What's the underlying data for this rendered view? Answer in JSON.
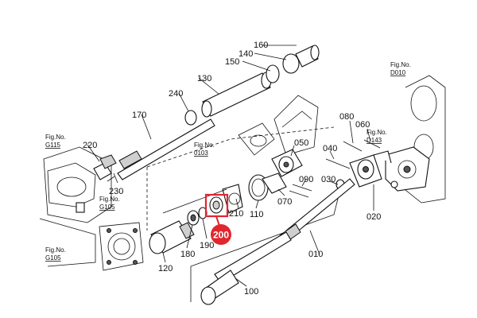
{
  "parts": {
    "p010": "010",
    "p020": "020",
    "p030": "030",
    "p040": "040",
    "p050": "050",
    "p060": "060",
    "p070": "070",
    "p080": "080",
    "p090": "090",
    "p100": "100",
    "p110": "110",
    "p120": "120",
    "p130": "130",
    "p140": "140",
    "p150": "150",
    "p160": "160",
    "p170": "170",
    "p180": "180",
    "p190": "190",
    "p200": "200",
    "p210": "210",
    "p220": "220",
    "p230": "230",
    "p240": "240"
  },
  "fig_refs": {
    "d010": {
      "title": "Fig.No.",
      "code": "D010"
    },
    "g115": {
      "title": "Fig.No.",
      "code": "G115"
    },
    "g105a": {
      "title": "Fig.No.",
      "code": "G105"
    },
    "g105b": {
      "title": "Fig.No.",
      "code": "G105"
    },
    "o103": {
      "title": "Fig.No.",
      "code": "0103"
    },
    "d143": {
      "title": "Fig.No.",
      "code": "D143"
    }
  },
  "highlight": {
    "part": "200",
    "color": "#e0262e"
  }
}
